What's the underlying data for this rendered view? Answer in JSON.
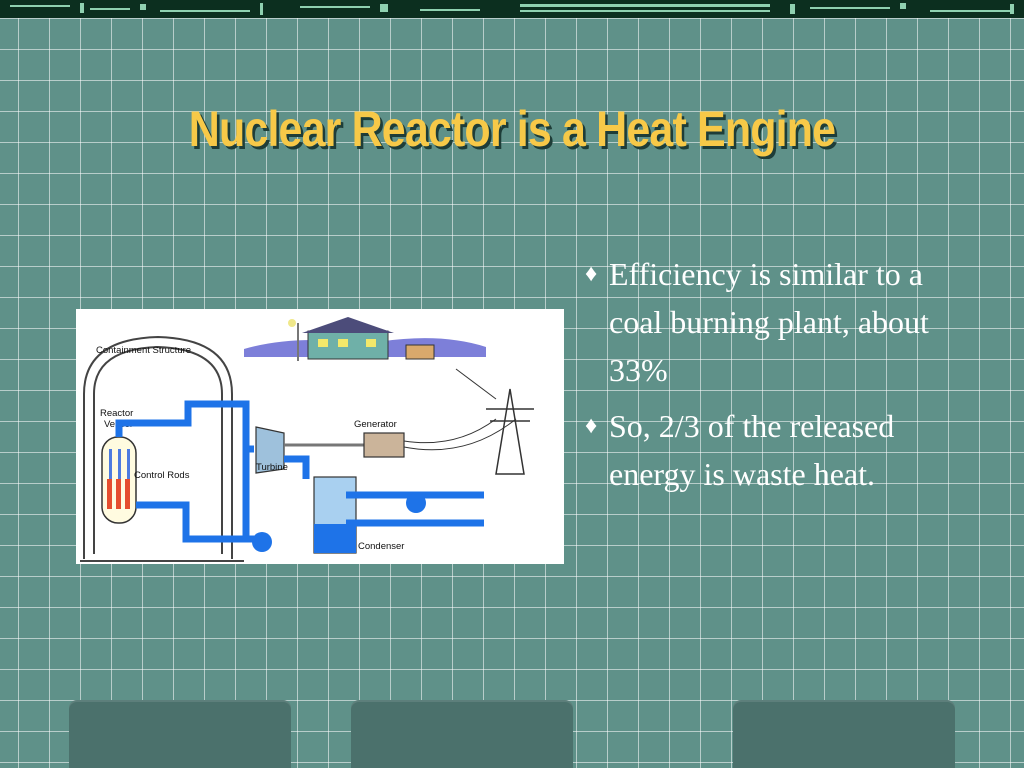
{
  "slide": {
    "title": "Nuclear Reactor is a Heat Engine",
    "bullet_marker": "♦",
    "bullets": [
      "Efficiency is similar to a coal burning plant, about 33%",
      "So, 2/3 of the released energy is waste heat."
    ]
  },
  "diagram": {
    "labels": {
      "containment": "Containment Structure",
      "reactor_vessel_1": "Reactor",
      "reactor_vessel_2": "Vessel",
      "control_rods": "Control Rods",
      "generator": "Generator",
      "turbine": "Turbine",
      "condenser": "Condenser"
    }
  },
  "colors": {
    "background": "#5f9189",
    "title": "#f7c948",
    "text": "#ffffff",
    "water": "#1e73e8"
  }
}
